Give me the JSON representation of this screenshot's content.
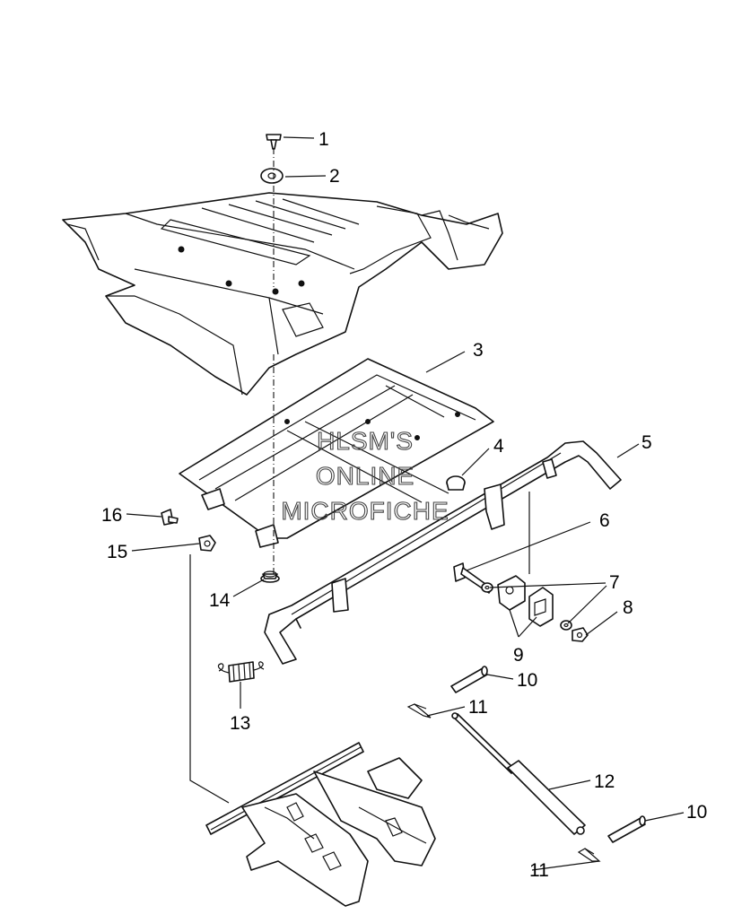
{
  "watermark": {
    "line1": "HLSM'S",
    "line2": "ONLINE",
    "line3": "MICROFICHE"
  },
  "callouts": {
    "c1": "1",
    "c2": "2",
    "c3": "3",
    "c4": "4",
    "c5": "5",
    "c6": "6",
    "c7": "7",
    "c8": "8",
    "c9": "9",
    "c10a": "10",
    "c10b": "10",
    "c11a": "11",
    "c11b": "11",
    "c12": "12",
    "c13": "13",
    "c14": "14",
    "c15": "15",
    "c16": "16"
  }
}
